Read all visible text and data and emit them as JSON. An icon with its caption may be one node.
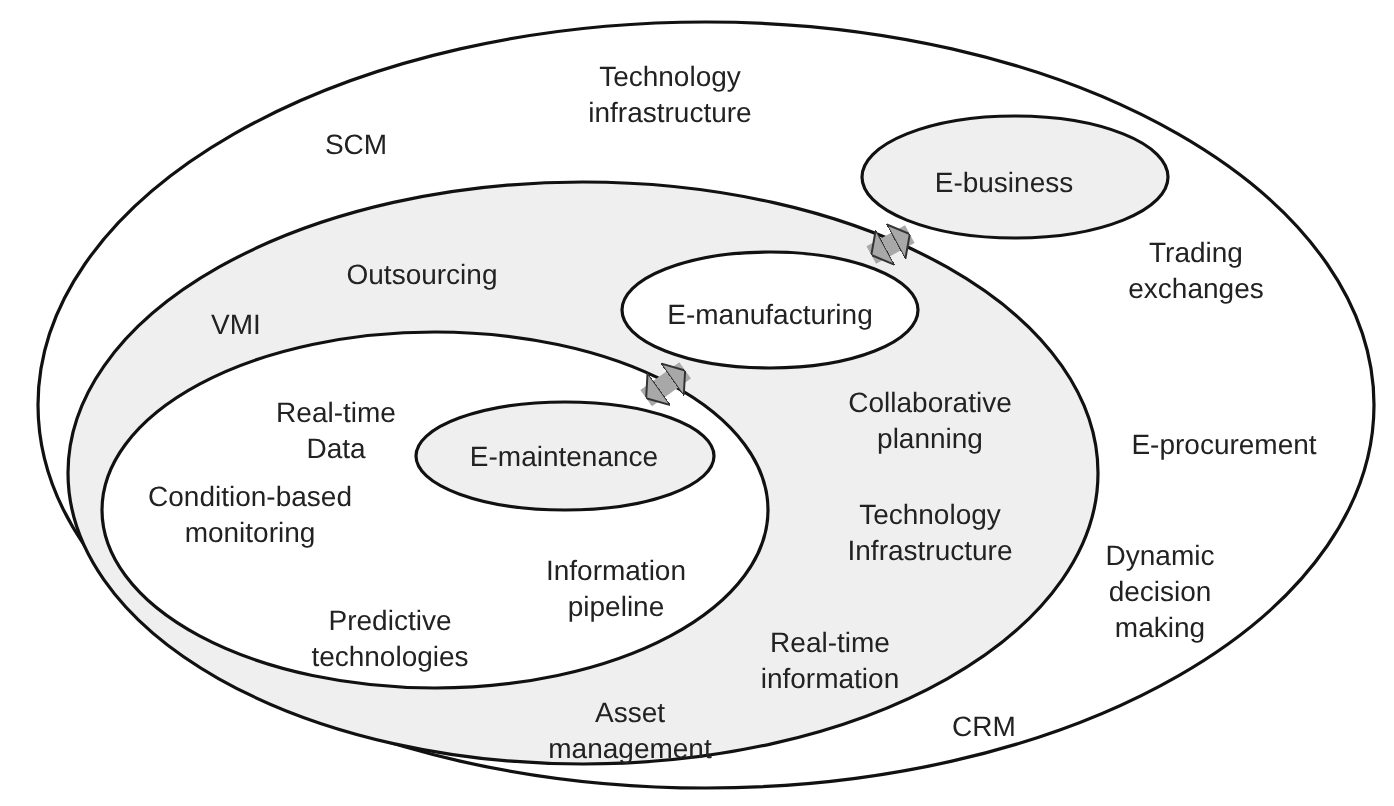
{
  "diagram": {
    "nodes": [
      {
        "text": [
          "Technology infrastructure",
          "SCM",
          "Trading exchanges",
          "E-procurement",
          "Dynamic decision making",
          "CRM"
        ]
      },
      {
        "text": [
          "E-business"
        ],
        "in": 0
      },
      {
        "text": [
          "Outsourcing",
          "VMI",
          "Collaborative planning",
          "Technology Infrastructure",
          "Real-time information",
          "Asset management"
        ],
        "in": 0
      },
      {
        "text": [
          "E-manufacturing"
        ],
        "in": 2
      },
      {
        "text": [
          "Real-time Data",
          "Condition-based monitoring",
          "Information pipeline",
          "Predictive technologies"
        ],
        "in": 2
      },
      {
        "text": [
          "E-maintenance"
        ],
        "in": 4
      }
    ],
    "edges": [
      {
        "from": 5,
        "to": 3,
        "arrow": "both"
      },
      {
        "from": 3,
        "to": 1,
        "arrow": "both"
      }
    ]
  }
}
